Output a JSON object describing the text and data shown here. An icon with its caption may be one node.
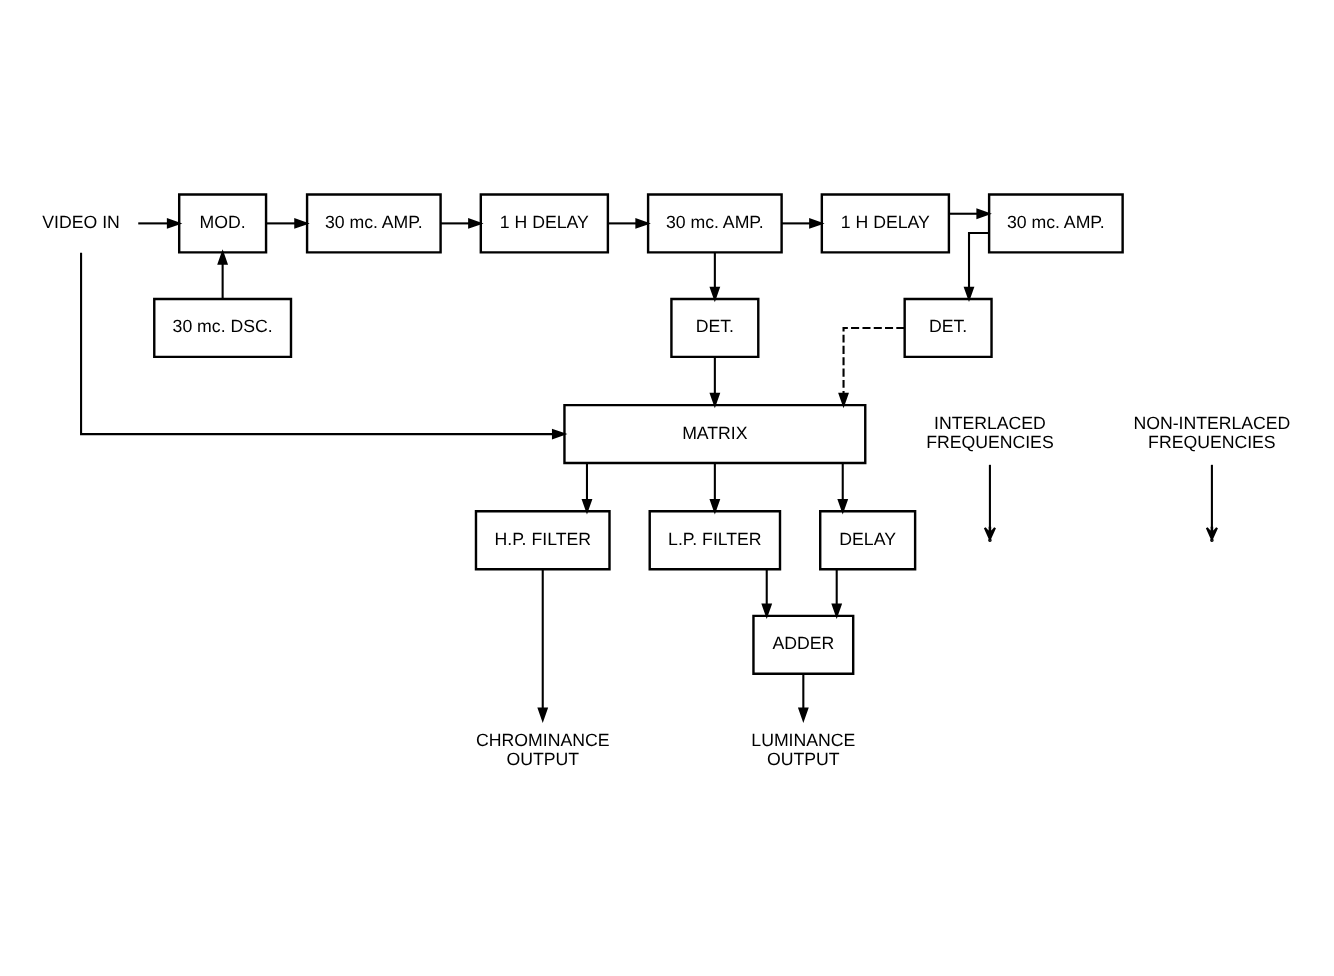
{
  "diagram": {
    "nodes": [
      {
        "text": [
          "VIDEO IN"
        ]
      },
      {
        "text": [
          "MOD."
        ]
      },
      {
        "text": [
          "30 mc. DSC."
        ]
      },
      {
        "text": [
          "30 mc. AMP."
        ]
      },
      {
        "text": [
          "1 H DELAY"
        ]
      },
      {
        "text": [
          "30 mc. AMP."
        ]
      },
      {
        "text": [
          "1 H DELAY"
        ]
      },
      {
        "text": [
          "30 mc. AMP."
        ]
      },
      {
        "text": [
          "DET."
        ]
      },
      {
        "text": [
          "DET."
        ]
      },
      {
        "text": [
          "MATRIX"
        ]
      },
      {
        "text": [
          "H.P. FILTER"
        ]
      },
      {
        "text": [
          "L.P. FILTER"
        ]
      },
      {
        "text": [
          "DELAY"
        ]
      },
      {
        "text": [
          "ADDER"
        ]
      },
      {
        "text": [
          "CHROMINANCE OUTPUT"
        ]
      },
      {
        "text": [
          "LUMINANCE OUTPUT"
        ]
      },
      {
        "text": [
          "INTERLACED FREQUENCIES"
        ]
      },
      {
        "text": [
          "NON-INTERLACED FREQUENCIES"
        ]
      }
    ],
    "edges": [
      {
        "from": 0,
        "to": 1,
        "arrow": "to"
      },
      {
        "from": 2,
        "to": 1,
        "arrow": "to"
      },
      {
        "from": 1,
        "to": 3,
        "arrow": "to"
      },
      {
        "from": 3,
        "to": 4,
        "arrow": "to"
      },
      {
        "from": 4,
        "to": 5,
        "arrow": "to"
      },
      {
        "from": 5,
        "to": 6,
        "arrow": "to"
      },
      {
        "from": 6,
        "to": 7,
        "arrow": "to"
      },
      {
        "from": 5,
        "to": 8,
        "arrow": "to"
      },
      {
        "from": 7,
        "to": 9,
        "arrow": "to"
      },
      {
        "from": 0,
        "to": 10,
        "arrow": "to"
      },
      {
        "from": 8,
        "to": 10,
        "arrow": "to"
      },
      {
        "from": 9,
        "to": 10,
        "arrow": "to",
        "style": "dashed"
      },
      {
        "from": 10,
        "to": 11,
        "arrow": "to"
      },
      {
        "from": 10,
        "to": 12,
        "arrow": "to"
      },
      {
        "from": 10,
        "to": 13,
        "arrow": "to"
      },
      {
        "from": 11,
        "to": 15,
        "arrow": "to"
      },
      {
        "from": 12,
        "to": 14,
        "arrow": "to"
      },
      {
        "from": 13,
        "to": 14,
        "arrow": "to"
      },
      {
        "from": 14,
        "to": 16,
        "arrow": "to"
      },
      {
        "from": 17,
        "to": null,
        "arrow": "to"
      },
      {
        "from": 18,
        "to": null,
        "arrow": "to"
      }
    ]
  }
}
